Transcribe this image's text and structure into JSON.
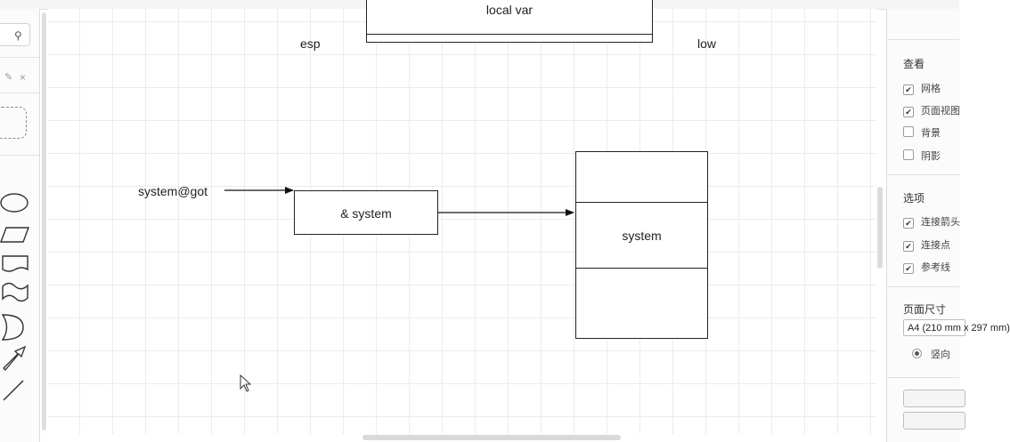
{
  "diagram": {
    "stack_top_box": {
      "label": "local var"
    },
    "esp_label": "esp",
    "low_label": "low",
    "got_label": "system@got",
    "pointer_box": {
      "label": "& system"
    },
    "target_stack": {
      "cells": [
        "",
        "system",
        ""
      ]
    }
  },
  "format_panel": {
    "view": {
      "title": "查看",
      "options": [
        {
          "label": "网格",
          "checked": true
        },
        {
          "label": "页面视图",
          "checked": true
        },
        {
          "label": "背景",
          "checked": false
        },
        {
          "label": "阴影",
          "checked": false
        }
      ]
    },
    "options": {
      "title": "选项",
      "items": [
        {
          "label": "连接箭头",
          "checked": true
        },
        {
          "label": "连接点",
          "checked": true
        },
        {
          "label": "参考线",
          "checked": true
        }
      ]
    },
    "page_size": {
      "title": "页面尺寸",
      "selected": "A4 (210 mm x 297 mm)",
      "orientation": "竖向"
    }
  },
  "icons": {
    "search": "search-icon",
    "edit": "pencil-icon",
    "close": "close-icon",
    "check": "✔",
    "search_glyph": "🔍",
    "pencil_glyph": "✎",
    "x_glyph": "×",
    "handle_glyph": "⁞"
  },
  "colors": {
    "grid": "#ececec",
    "stroke": "#222222",
    "panel": "#fbfbfb"
  }
}
